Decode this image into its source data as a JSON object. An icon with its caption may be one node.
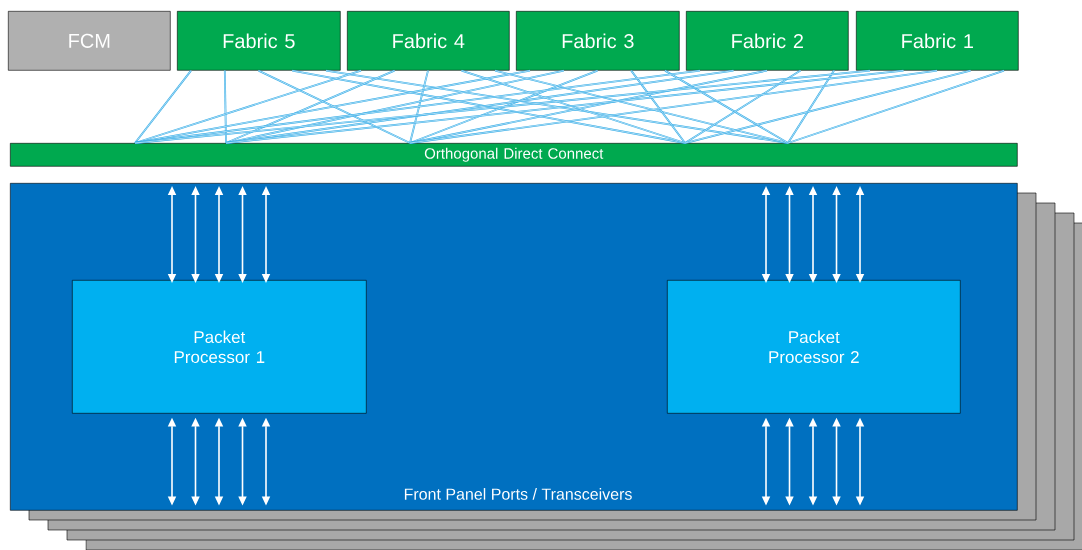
{
  "diagram": {
    "nodes": [
      {
        "text": [
          "FCM"
        ]
      },
      {
        "text": [
          "Fabric 5"
        ]
      },
      {
        "text": [
          "Fabric 4"
        ]
      },
      {
        "text": [
          "Fabric 3"
        ]
      },
      {
        "text": [
          "Fabric 2"
        ]
      },
      {
        "text": [
          "Fabric 1"
        ]
      },
      {
        "text": [
          "Orthogonal Direct Connect"
        ]
      },
      {
        "text": [
          "Front Panel Ports / Transceivers"
        ]
      },
      {
        "text": [
          "Packet Processor 1"
        ],
        "in": 7
      },
      {
        "text": [
          "Packet Processor 2"
        ],
        "in": 7
      }
    ],
    "edges": [
      {
        "from": 1,
        "to": 6,
        "arrow": "none"
      },
      {
        "from": 1,
        "to": 6,
        "arrow": "none"
      },
      {
        "from": 1,
        "to": 6,
        "arrow": "none"
      },
      {
        "from": 1,
        "to": 6,
        "arrow": "none"
      },
      {
        "from": 1,
        "to": 6,
        "arrow": "none"
      },
      {
        "from": 2,
        "to": 6,
        "arrow": "none"
      },
      {
        "from": 2,
        "to": 6,
        "arrow": "none"
      },
      {
        "from": 2,
        "to": 6,
        "arrow": "none"
      },
      {
        "from": 2,
        "to": 6,
        "arrow": "none"
      },
      {
        "from": 2,
        "to": 6,
        "arrow": "none"
      },
      {
        "from": 3,
        "to": 6,
        "arrow": "none"
      },
      {
        "from": 3,
        "to": 6,
        "arrow": "none"
      },
      {
        "from": 3,
        "to": 6,
        "arrow": "none"
      },
      {
        "from": 3,
        "to": 6,
        "arrow": "none"
      },
      {
        "from": 3,
        "to": 6,
        "arrow": "none"
      },
      {
        "from": 4,
        "to": 6,
        "arrow": "none"
      },
      {
        "from": 4,
        "to": 6,
        "arrow": "none"
      },
      {
        "from": 4,
        "to": 6,
        "arrow": "none"
      },
      {
        "from": 4,
        "to": 6,
        "arrow": "none"
      },
      {
        "from": 4,
        "to": 6,
        "arrow": "none"
      },
      {
        "from": 5,
        "to": 6,
        "arrow": "none"
      },
      {
        "from": 5,
        "to": 6,
        "arrow": "none"
      },
      {
        "from": 5,
        "to": 6,
        "arrow": "none"
      },
      {
        "from": 5,
        "to": 6,
        "arrow": "none"
      },
      {
        "from": 5,
        "to": 6,
        "arrow": "none"
      },
      {
        "from": null,
        "to": 8,
        "arrow": "both",
        "color": "#ffffff"
      },
      {
        "from": null,
        "to": 8,
        "arrow": "both",
        "color": "#ffffff"
      },
      {
        "from": null,
        "to": 8,
        "arrow": "both",
        "color": "#ffffff"
      },
      {
        "from": null,
        "to": 8,
        "arrow": "both",
        "color": "#ffffff"
      },
      {
        "from": null,
        "to": 8,
        "arrow": "both",
        "color": "#ffffff"
      },
      {
        "from": 7,
        "to": 8,
        "arrow": "both",
        "color": "#ffffff"
      },
      {
        "from": 7,
        "to": 8,
        "arrow": "both",
        "color": "#ffffff"
      },
      {
        "from": 7,
        "to": 8,
        "arrow": "both",
        "color": "#ffffff"
      },
      {
        "from": 7,
        "to": 8,
        "arrow": "both",
        "color": "#ffffff"
      },
      {
        "from": 7,
        "to": 8,
        "arrow": "both",
        "color": "#ffffff"
      },
      {
        "from": null,
        "to": 9,
        "arrow": "both",
        "color": "#ffffff"
      },
      {
        "from": null,
        "to": 9,
        "arrow": "both",
        "color": "#ffffff"
      },
      {
        "from": null,
        "to": 9,
        "arrow": "both",
        "color": "#ffffff"
      },
      {
        "from": null,
        "to": 9,
        "arrow": "both",
        "color": "#ffffff"
      },
      {
        "from": null,
        "to": 9,
        "arrow": "both",
        "color": "#ffffff"
      },
      {
        "from": 7,
        "to": 9,
        "arrow": "both",
        "color": "#ffffff"
      },
      {
        "from": 7,
        "to": 9,
        "arrow": "both",
        "color": "#ffffff"
      },
      {
        "from": 7,
        "to": 9,
        "arrow": "both",
        "color": "#ffffff"
      },
      {
        "from": 7,
        "to": 9,
        "arrow": "both",
        "color": "#ffffff"
      },
      {
        "from": 7,
        "to": 9,
        "arrow": "both",
        "color": "#ffffff"
      }
    ]
  }
}
